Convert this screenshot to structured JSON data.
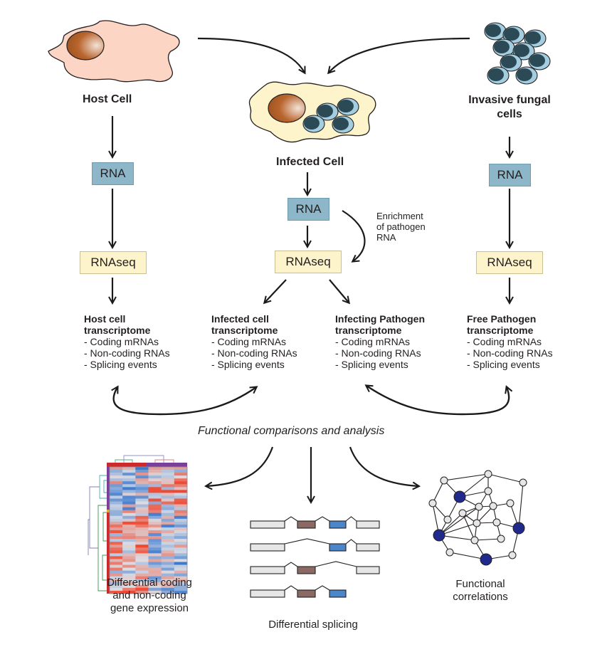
{
  "cells": {
    "host": "Host Cell",
    "infected": "Infected Cell",
    "fungal_line1": "Invasive fungal",
    "fungal_line2": "cells"
  },
  "boxes": {
    "rna": "RNA",
    "rnaseq": "RNAseq"
  },
  "enrichment_note": [
    "Enrichment",
    "of pathogen",
    "RNA"
  ],
  "transcriptomes": [
    {
      "title1": "Host cell",
      "title2": "transcriptome",
      "items": [
        "- Coding mRNAs",
        "- Non-coding RNAs",
        "- Splicing events"
      ]
    },
    {
      "title1": "Infected cell",
      "title2": "transcriptome",
      "items": [
        "- Coding mRNAs",
        "- Non-coding RNAs",
        "- Splicing events"
      ]
    },
    {
      "title1": "Infecting Pathogen",
      "title2": "transcriptome",
      "items": [
        "- Coding mRNAs",
        "- Non-coding RNAs",
        "- Splicing events"
      ]
    },
    {
      "title1": "Free Pathogen",
      "title2": "transcriptome",
      "items": [
        "- Coding mRNAs",
        "- Non-coding RNAs",
        "- Splicing events"
      ]
    }
  ],
  "analysis_title": "Functional comparisons and analysis",
  "outputs": {
    "expression": [
      "Differential coding",
      "and non-coding",
      "gene expression"
    ],
    "splicing": "Differential splicing",
    "correlations": [
      "Functional",
      "correlations"
    ]
  },
  "colors": {
    "host_cytoplasm": "#fdd5c5",
    "infected_cytoplasm": "#fdf4cb",
    "fungal_outer": "#a5cde0",
    "fungal_inner": "#2c4a56",
    "rna_box": "#8db6c8",
    "rnaseq_box": "#fdf4cb",
    "exon_grey": "#e6e6e6",
    "exon_brown": "#8a6a62",
    "exon_blue": "#4a86c8",
    "hub_node": "#1f2a8c",
    "plain_node": "#e6e6e6"
  }
}
